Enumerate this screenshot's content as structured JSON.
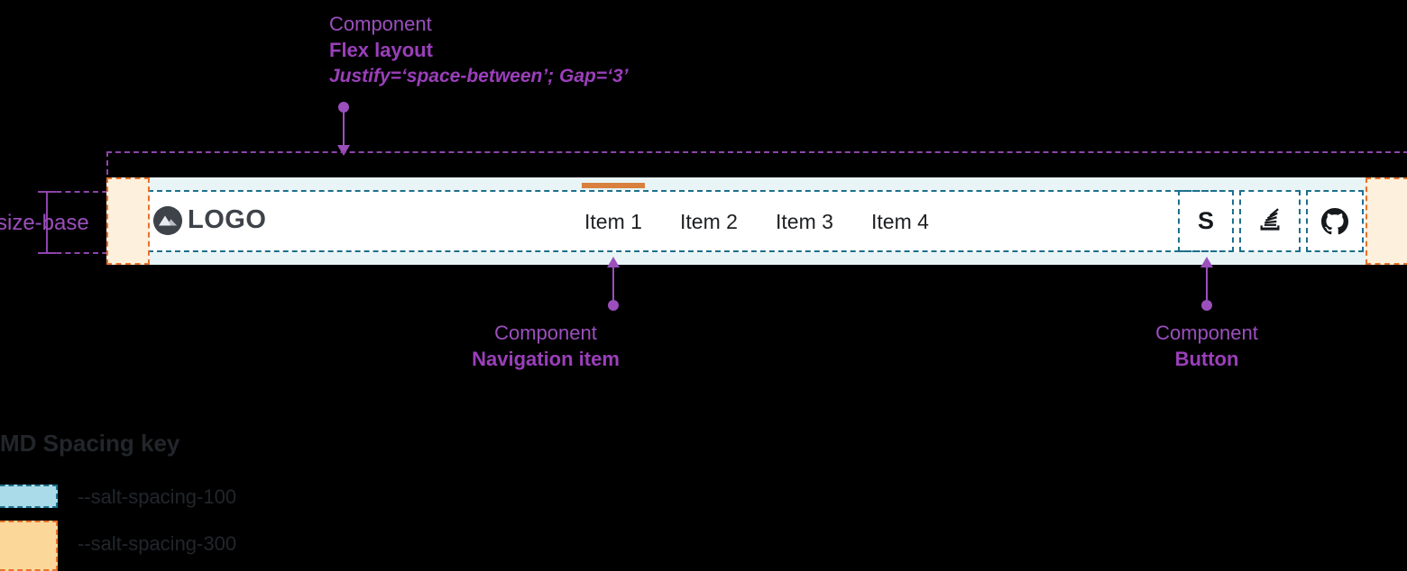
{
  "annotations": {
    "flex": {
      "label": "Component",
      "name": "Flex layout",
      "params": "Justify=‘space-between’; Gap=‘3’"
    },
    "nav_item": {
      "label": "Component",
      "name": "Navigation item"
    },
    "button": {
      "label": "Component",
      "name": "Button"
    },
    "size_base": "size-base"
  },
  "navbar": {
    "logo": {
      "text": "LOGO",
      "icon": "mountain-logo-icon"
    },
    "items": [
      {
        "label": "Item 1",
        "active": true
      },
      {
        "label": "Item 2",
        "active": false
      },
      {
        "label": "Item 3",
        "active": false
      },
      {
        "label": "Item 4",
        "active": false
      }
    ],
    "buttons": [
      {
        "icon": "salt-s-icon",
        "name": "salt"
      },
      {
        "icon": "stackoverflow-icon",
        "name": "stackoverflow"
      },
      {
        "icon": "github-icon",
        "name": "github"
      }
    ]
  },
  "legend": {
    "title": "MD Spacing key",
    "rows": [
      {
        "token": "--salt-spacing-100",
        "color": "#a9dbe8",
        "border": "#1d6f8b"
      },
      {
        "token": "--salt-spacing-300",
        "color": "#fbd79a",
        "border": "#e8722a"
      }
    ]
  },
  "colors": {
    "annotation_purple": "#9b4fbd",
    "spacing_100_fill": "#e9f4f7",
    "spacing_100_border": "#1d6f8b",
    "spacing_300_fill": "#fdf0dc",
    "spacing_300_border": "#e8722a",
    "active_underline": "#d9803f",
    "logo_dark": "#3e434a",
    "background": "#000000",
    "navbar_surface": "#ffffff"
  }
}
